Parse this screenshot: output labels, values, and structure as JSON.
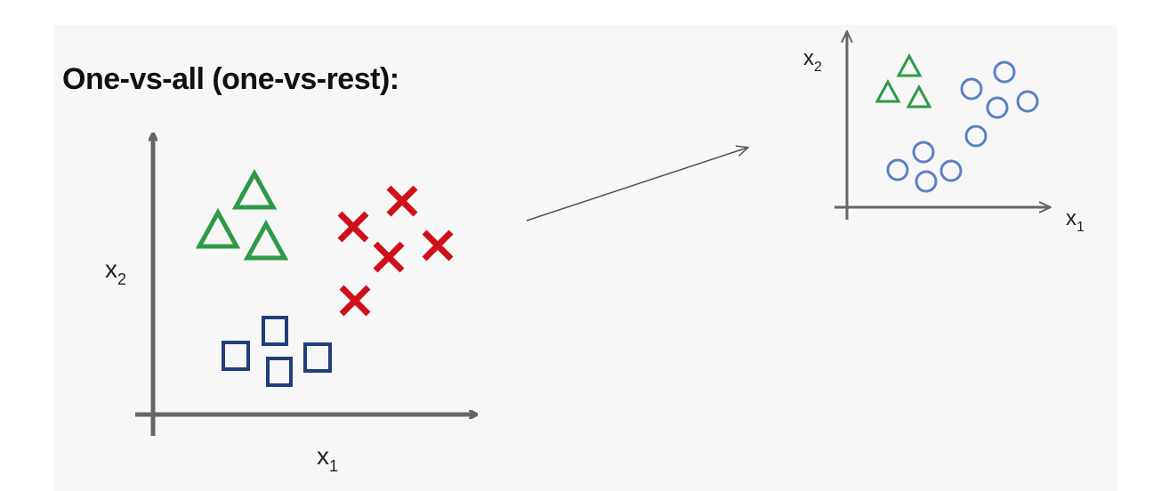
{
  "title": "One-vs-all (one-vs-rest):",
  "left_plot": {
    "x_label": "x",
    "x_sub": "1",
    "y_label": "x",
    "y_sub": "2",
    "classes": [
      {
        "name": "triangles",
        "marker": "triangle",
        "color": "#2e9a48"
      },
      {
        "name": "crosses",
        "marker": "cross",
        "color": "#d0101a"
      },
      {
        "name": "squares",
        "marker": "square",
        "color": "#213d7a"
      }
    ]
  },
  "right_plot": {
    "x_label": "x",
    "x_sub": "1",
    "y_label": "x",
    "y_sub": "2",
    "classes": [
      {
        "name": "triangles",
        "marker": "triangle",
        "color": "#2e9a48"
      },
      {
        "name": "circles",
        "marker": "circle",
        "color": "#5b80c4"
      }
    ]
  },
  "arrow_color": "#555555",
  "axis_color": "#666666"
}
